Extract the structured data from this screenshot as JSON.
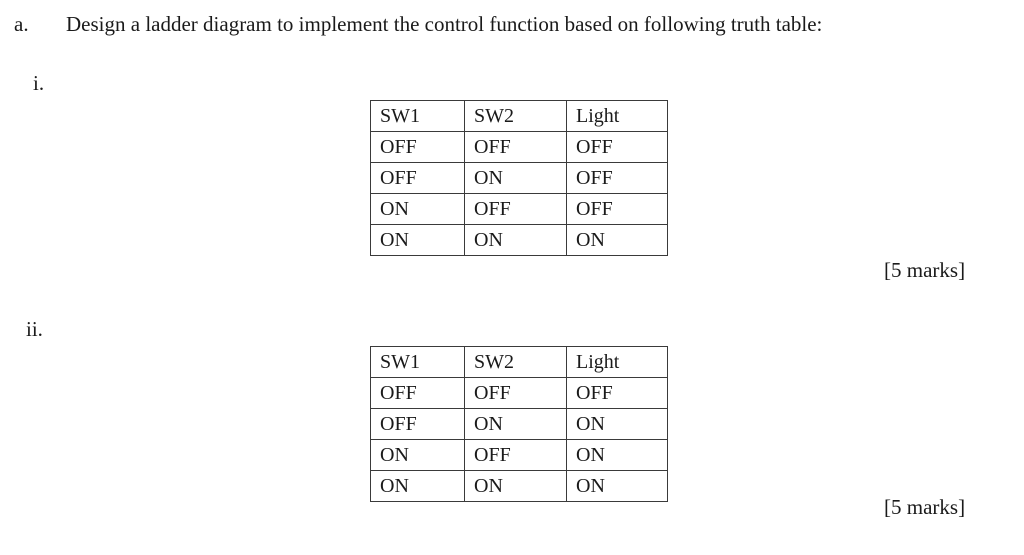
{
  "question": {
    "marker": "a.",
    "text": "Design a ladder diagram to implement the control function based on following truth table:"
  },
  "parts": [
    {
      "marker": "i.",
      "marks_label": "[5 marks]",
      "table": {
        "headers": [
          "SW1",
          "SW2",
          "Light"
        ],
        "rows": [
          [
            "OFF",
            "OFF",
            "OFF"
          ],
          [
            "OFF",
            "ON",
            "OFF"
          ],
          [
            "ON",
            "OFF",
            "OFF"
          ],
          [
            "ON",
            "ON",
            "ON"
          ]
        ]
      }
    },
    {
      "marker": "ii.",
      "marks_label": "[5 marks]",
      "table": {
        "headers": [
          "SW1",
          "SW2",
          "Light"
        ],
        "rows": [
          [
            "OFF",
            "OFF",
            "OFF"
          ],
          [
            "OFF",
            "ON",
            "ON"
          ],
          [
            "ON",
            "OFF",
            "ON"
          ],
          [
            "ON",
            "ON",
            "ON"
          ]
        ]
      }
    }
  ],
  "colors": {
    "background": "#ffffff",
    "text": "#1a1a1a",
    "table_border": "#3a3a3a"
  }
}
